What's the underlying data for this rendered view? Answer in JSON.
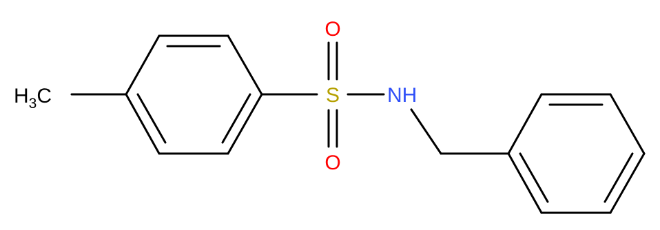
{
  "molecule": {
    "atoms": {
      "methyl": {
        "main": "H",
        "subscript": "3",
        "suffix": "C",
        "color": "#000000"
      },
      "sulfur": {
        "label": "S",
        "color": "#b5a000"
      },
      "oxygen_top": {
        "label": "O",
        "color": "#ff0000"
      },
      "oxygen_bottom": {
        "label": "O",
        "color": "#ff0000"
      },
      "nitrogen": {
        "label": "NH",
        "color": "#3050f8"
      }
    },
    "bond_color": "#000000"
  }
}
